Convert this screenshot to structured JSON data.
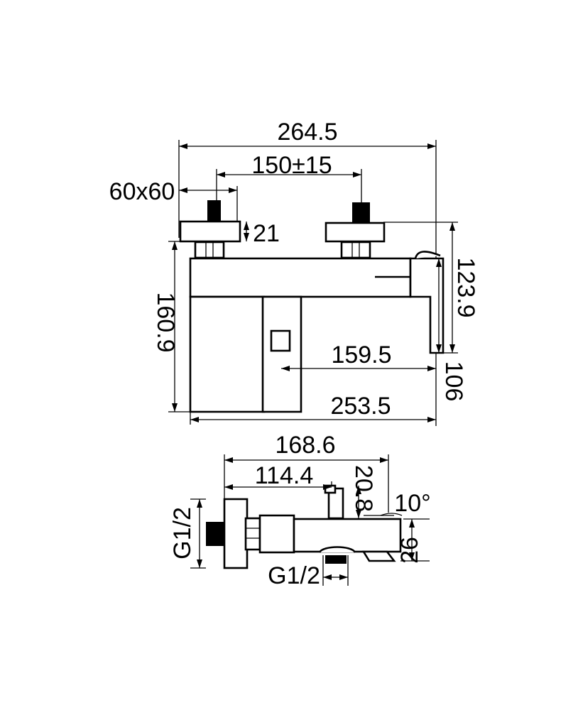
{
  "colors": {
    "line": "#000000",
    "background": "#ffffff"
  },
  "front_view": {
    "overall_width": "264.5",
    "center_distance": "150±15",
    "flange_size": "60x60",
    "flange_depth": "21",
    "total_height": "160.9",
    "spout_height": "123.9",
    "spout_outlet_height": "106",
    "outlet_offset": "159.5",
    "body_width": "253.5"
  },
  "side_view": {
    "projection": "168.6",
    "axis_to_handle": "114.4",
    "handle_offset": "20.8",
    "spout_angle": "10°",
    "spout_thickness": "26",
    "inlet_thread": "G1/2",
    "outlet_thread": "G1/2"
  }
}
